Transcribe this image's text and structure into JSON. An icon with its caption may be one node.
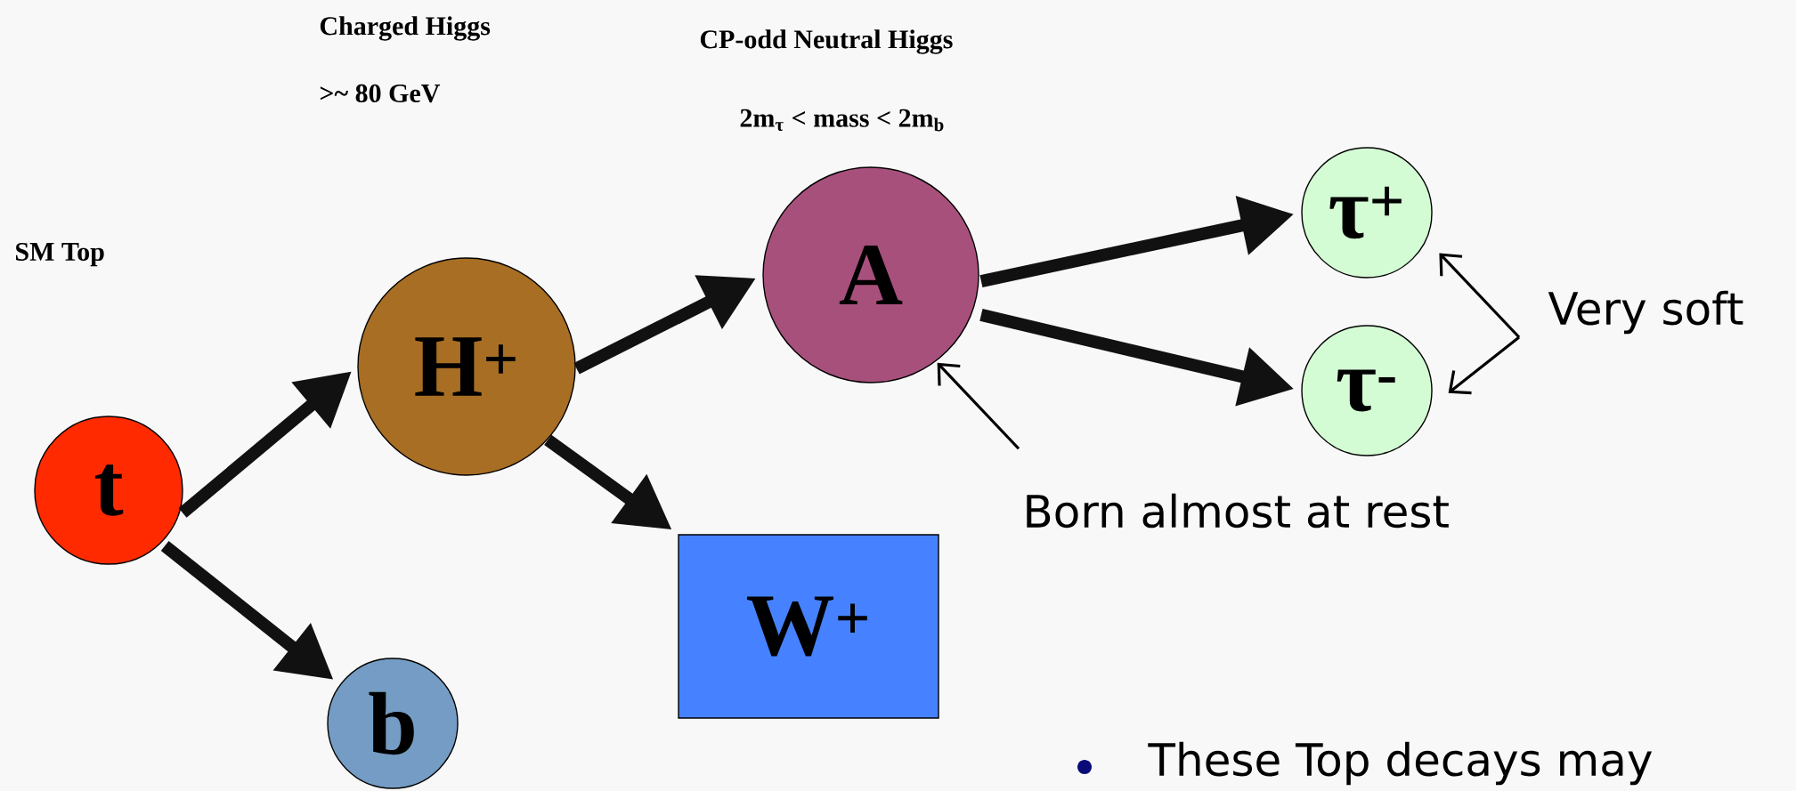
{
  "diagram": {
    "nodes": [
      {
        "text": [
          "t"
        ]
      },
      {
        "text": [
          "b"
        ]
      },
      {
        "text": [
          "H$^{+}$"
        ]
      },
      {
        "text": [
          "W$^{+}$"
        ]
      },
      {
        "text": [
          "A"
        ]
      },
      {
        "text": [
          "τ$^{+}$"
        ]
      },
      {
        "text": [
          "τ$^{-}$"
        ]
      },
      {
        "text": [
          "Born almost at rest"
        ]
      },
      {
        "text": [
          "Very soft"
        ]
      }
    ],
    "edges": [
      {
        "from": 0,
        "to": 2,
        "arrow": "to"
      },
      {
        "from": 0,
        "to": 1,
        "arrow": "to"
      },
      {
        "from": 2,
        "to": 4,
        "arrow": "to"
      },
      {
        "from": 2,
        "to": 3,
        "arrow": "to"
      },
      {
        "from": 4,
        "to": 5,
        "arrow": "to"
      },
      {
        "from": 4,
        "to": 6,
        "arrow": "to"
      },
      {
        "from": 7,
        "to": 4,
        "arrow": "to"
      },
      {
        "from": 8,
        "to": 5,
        "arrow": "to"
      },
      {
        "from": 8,
        "to": 6,
        "arrow": "to"
      }
    ],
    "labels": [
      "SM Top",
      "Charged Higgs",
      ">~ 80 GeV",
      "CP-odd Neutral Higgs",
      "2m$_{τ}$ < mass < 2m$_{b}$",
      "These Top decays may"
    ]
  }
}
